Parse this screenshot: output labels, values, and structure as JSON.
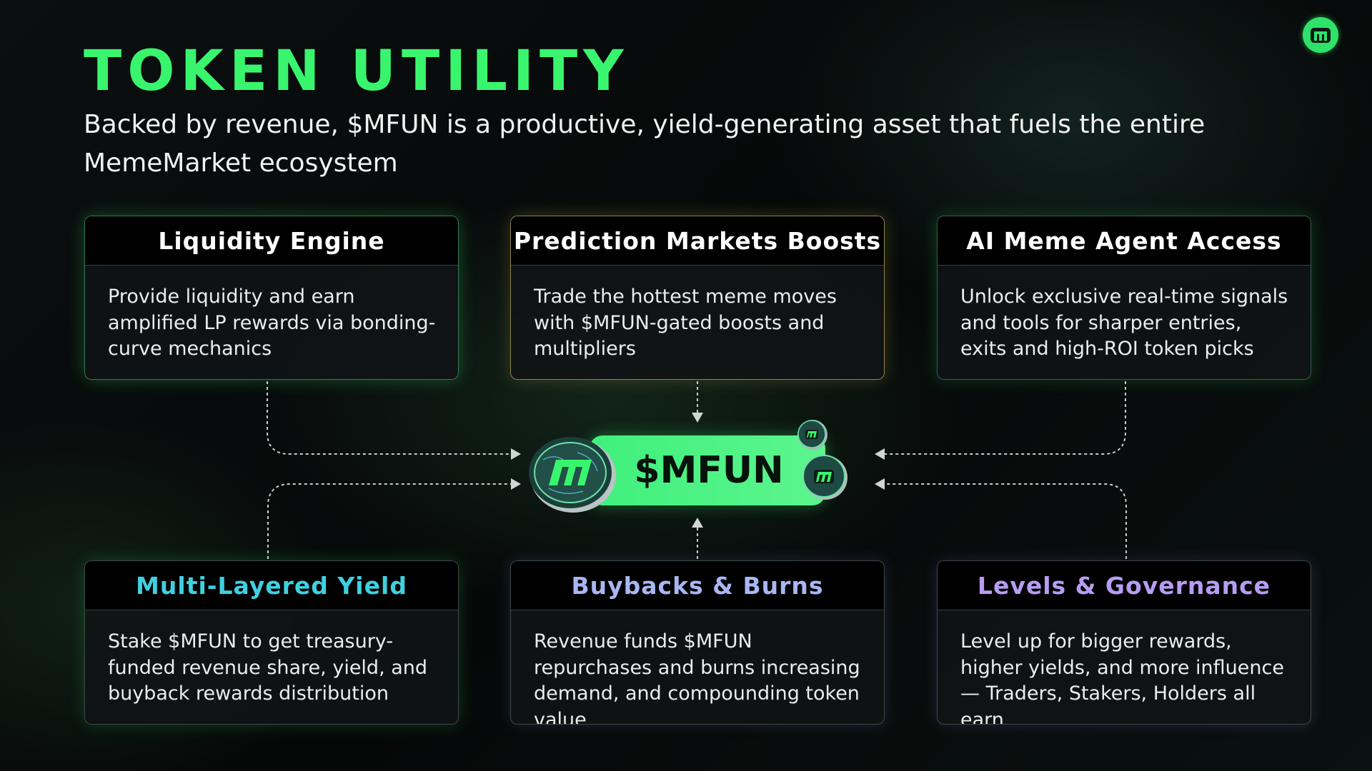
{
  "header": {
    "title": "TOKEN UTILITY",
    "subtitle": "Backed by revenue, $MFUN is a productive, yield-generating asset that fuels the entire MemeMarket ecosystem"
  },
  "brand": {
    "logo_icon": "mememarket-m-logo-icon",
    "accent": "#39f56e"
  },
  "center": {
    "token_label": "$MFUN",
    "coin_icon": "mfun-coin-icon"
  },
  "cards": [
    {
      "title": "Liquidity Engine",
      "body": "Provide liquidity and earn amplified LP rewards via bonding-curve mechanics",
      "title_color": "#ffffff"
    },
    {
      "title": "Prediction Markets Boosts",
      "body": "Trade the hottest meme moves with $MFUN-gated boosts and multipliers",
      "title_color": "#ffffff"
    },
    {
      "title": "AI Meme Agent Access",
      "body": "Unlock exclusive real-time signals and tools for sharper entries, exits and high-ROI token picks",
      "title_color": "#ffffff"
    },
    {
      "title": "Multi-Layered Yield",
      "body": "Stake $MFUN to get treasury-funded revenue share, yield, and buyback rewards distribution",
      "title_color": "#3fd0e0"
    },
    {
      "title": "Buybacks & Burns",
      "body": "Revenue funds $MFUN repurchases and burns increasing demand, and compounding token value",
      "title_color": "#a9b6f4"
    },
    {
      "title": "Levels & Governance",
      "body": "Level up for bigger rewards, higher yields, and more influence — Traders, Stakers, Holders all earn",
      "title_color": "#b79cf3"
    }
  ]
}
